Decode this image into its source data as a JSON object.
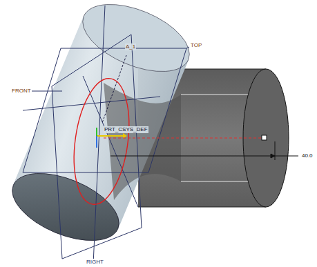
{
  "diagram": {
    "labels": [
      "A_1",
      "TOP",
      "FRONT",
      "PRT_CSYS_DEF",
      "40.0",
      "RIGHT"
    ]
  }
}
